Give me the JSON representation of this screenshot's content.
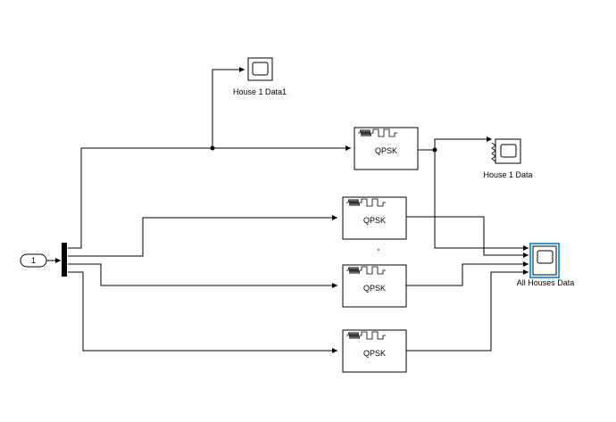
{
  "inport": {
    "label": "1"
  },
  "blocks": {
    "qpsk_top": {
      "label": "QPSK"
    },
    "qpsk_1": {
      "label": "QPSK"
    },
    "qpsk_2": {
      "label": "QPSK"
    },
    "qpsk_3": {
      "label": "QPSK"
    }
  },
  "scopes": {
    "house1_data1": {
      "label": "House 1 Data1"
    },
    "house1_data": {
      "label": "House 1 Data"
    },
    "all_houses_data": {
      "label": "All Houses Data"
    }
  },
  "colors": {
    "selection": "#2e9ae6",
    "marker": "#2ecc40"
  }
}
